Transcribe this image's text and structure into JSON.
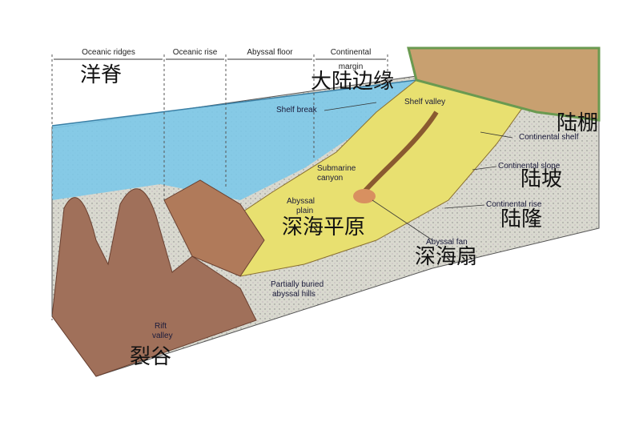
{
  "headers": [
    "Oceanic ridges",
    "Oceanic rise",
    "Abyssal floor",
    "Continental",
    "margin"
  ],
  "labels_en": {
    "shelf_break": "Shelf break",
    "shelf_valley": "Shelf valley",
    "continental_shelf": "Continental shelf",
    "continental_slope": "Continental slope",
    "submarine_canyon_1": "Submarine",
    "submarine_canyon_2": "canyon",
    "abyssal_plain_1": "Abyssal",
    "abyssal_plain_2": "plain",
    "continental_rise": "Continental rise",
    "abyssal_fan": "Abyssal fan",
    "abyssal_hills_1": "Partially buried",
    "abyssal_hills_2": "abyssal hills",
    "rift_valley_1": "Rift",
    "rift_valley_2": "valley"
  },
  "labels_cn": {
    "ridge": "洋脊",
    "margin": "大陆边缘",
    "shelf": "陆棚",
    "slope": "陆坡",
    "plain": "深海平原",
    "rise": "陆隆",
    "fan": "深海扇",
    "rift": "裂谷"
  },
  "colors": {
    "water": "#7cc8e8",
    "ridge": "#a0705a",
    "slope": "#e8e070",
    "sediment": "#d8d8cc",
    "shelf": "#c8a070",
    "shelf_edge": "#6a9a50"
  }
}
